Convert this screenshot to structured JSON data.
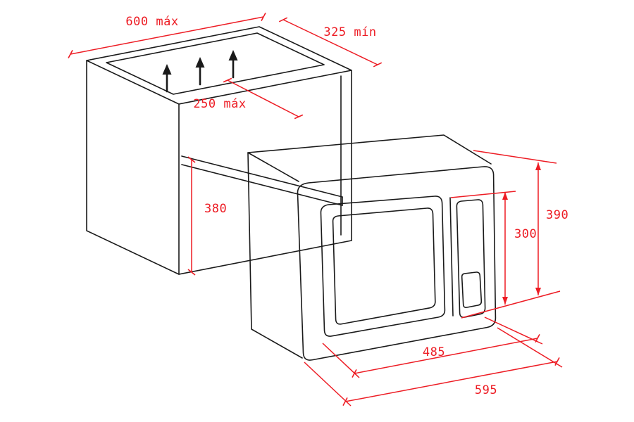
{
  "diagram": {
    "kind": "installation-dimension-drawing",
    "colors": {
      "dimension_red": "#ED1C24",
      "outline_black": "#1A1A1A",
      "background": "#FFFFFF"
    },
    "labels": {
      "cabinet_width": "600 máx",
      "cabinet_depth": "325 mín",
      "vent_depth": "250 máx",
      "niche_height": "380",
      "door_height": "300",
      "oven_height": "390",
      "oven_body_width": "485",
      "oven_width": "595"
    },
    "icons": {
      "vent_arrow": "up-arrow",
      "vent_arrow_count": 3
    }
  }
}
